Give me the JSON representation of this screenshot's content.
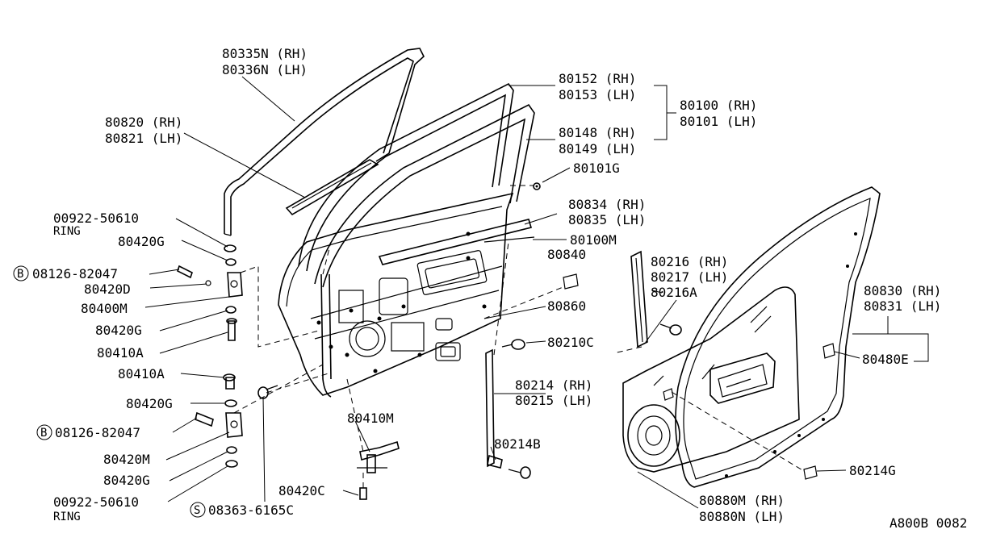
{
  "labels": {
    "weather_strip_top": [
      "80335N (RH)",
      "80336N (LH)"
    ],
    "outer_molding": [
      "80820 (RH)",
      "80821 (LH)"
    ],
    "door_panel_rh_a": "80152 (RH)",
    "door_panel_lh_a": "80153 (LH)",
    "door_panel_rh_b": "80148 (RH)",
    "door_panel_lh_b": "80149 (LH)",
    "door_assy": [
      "80100 (RH)",
      "80101 (LH)"
    ],
    "grommet": "80101G",
    "reinforce": [
      "80834 (RH)",
      "80835 (LH)"
    ],
    "clip_m": "80100M",
    "seal_840": "80840",
    "seal_860": "80860",
    "sash": [
      "80216 (RH)",
      "80217 (LH)"
    ],
    "sash_a": "80216A",
    "bolt_c": "80210C",
    "channel": [
      "80214 (RH)",
      "80215 (LH)"
    ],
    "channel_b": "80214B",
    "check_link": "80410M",
    "bolt_420c": "80420C",
    "screw": "08363-6165C",
    "screw_mark": "S",
    "weather_strip_body": [
      "80830 (RH)",
      "80831 (LH)"
    ],
    "clip_e": "80480E",
    "clip_g": "80214G",
    "trim": [
      "80880M (RH)",
      "80880N (LH)"
    ],
    "ring_part_top": "00922-50610",
    "ring_top": "RING",
    "washer_g1": "80420G",
    "bolt_b_top": "08126-82047",
    "bolt_mark": "B",
    "washer_d": "80420D",
    "hinge_upper": "80400M",
    "washer_g2": "80420G",
    "pin_a_top": "80410A",
    "pin_a_bottom": "80410A",
    "washer_g3": "80420G",
    "bolt_b_bottom": "08126-82047",
    "hinge_lower": "80420M",
    "washer_g4": "80420G",
    "ring_part_bottom": "00922-50610",
    "ring_bottom": "RING",
    "diagram_code": "A800B 0082"
  }
}
